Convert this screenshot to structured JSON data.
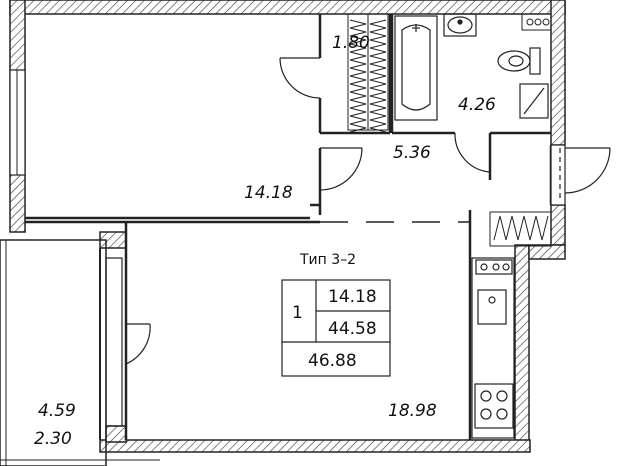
{
  "plan": {
    "type_label": "Тип 3–2",
    "rooms": {
      "wardrobe_area": "1.80",
      "bathroom_area": "4.26",
      "hall_area": "5.36",
      "bedroom_area": "14.18",
      "kitchen_living_area": "18.98",
      "balcony_area": "4.59",
      "balcony_reduced_area": "2.30"
    },
    "summary": {
      "rooms_count": "1",
      "living_area": "14.18",
      "total_area": "44.58",
      "total_with_balcony": "46.88"
    }
  }
}
